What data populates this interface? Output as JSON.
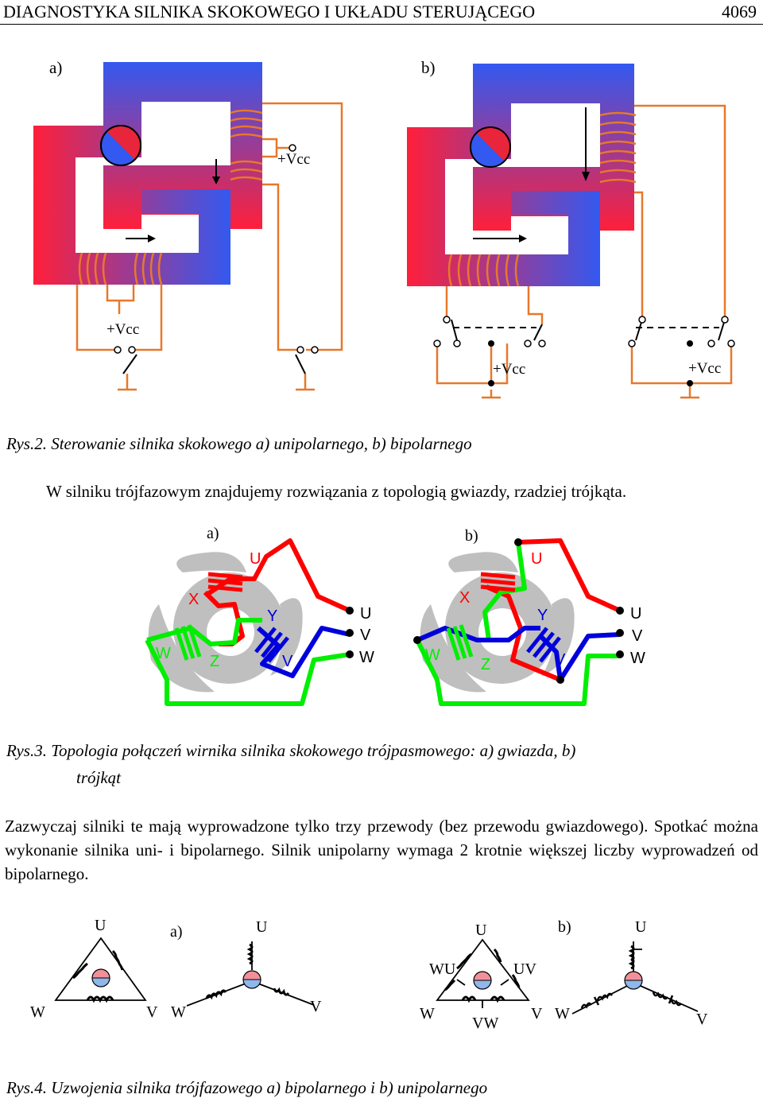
{
  "header": {
    "title": "DIAGNOSTYKA SILNIKA SKOKOWEGO I UKŁADU STERUJĄCEGO",
    "page": "4069"
  },
  "fig2": {
    "label_a": "a)",
    "label_b": "b)",
    "vcc": "+Vcc",
    "caption": "Rys.2. Sterowanie silnika skokowego a) unipolarnego, b) bipolarnego"
  },
  "para1": "W silniku trójfazowym znajdujemy rozwiązania z topologią gwiazdy, rzadziej trójkąta.",
  "fig3": {
    "label_a": "a)",
    "label_b": "b)",
    "U": "U",
    "V": "V",
    "W": "W",
    "X": "X",
    "Y": "Y",
    "Z": "Z",
    "caption_line1": "Rys.3. Topologia połączeń wirnika silnika skokowego trójpasmowego: a) gwiazda, b)",
    "caption_line2": "trójkąt"
  },
  "para2": "Zazwyczaj silniki te mają wyprowadzone tylko trzy przewody (bez przewodu gwiazdowego). Spotkać można wykonanie silnika uni- i bipolarnego. Silnik unipolarny wymaga 2 krotnie większej liczby wyprowadzeń od bipolarnego.",
  "fig4": {
    "label_a": "a)",
    "label_b": "b)",
    "U": "U",
    "V": "V",
    "W": "W",
    "WU": "WU",
    "UV": "UV",
    "VW": "VW",
    "caption": "Rys.4. Uzwojenia silnika trójfazowego a) bipolarnego i b) unipolarnego"
  },
  "colors": {
    "core_blue": "#3b5bea",
    "core_red": "#e8253a",
    "wire_orange": "#e8782a",
    "phase_red": "#ff0000",
    "phase_green": "#00ee00",
    "phase_blue": "#0000dd",
    "stator_gray": "#bfbfbf"
  }
}
